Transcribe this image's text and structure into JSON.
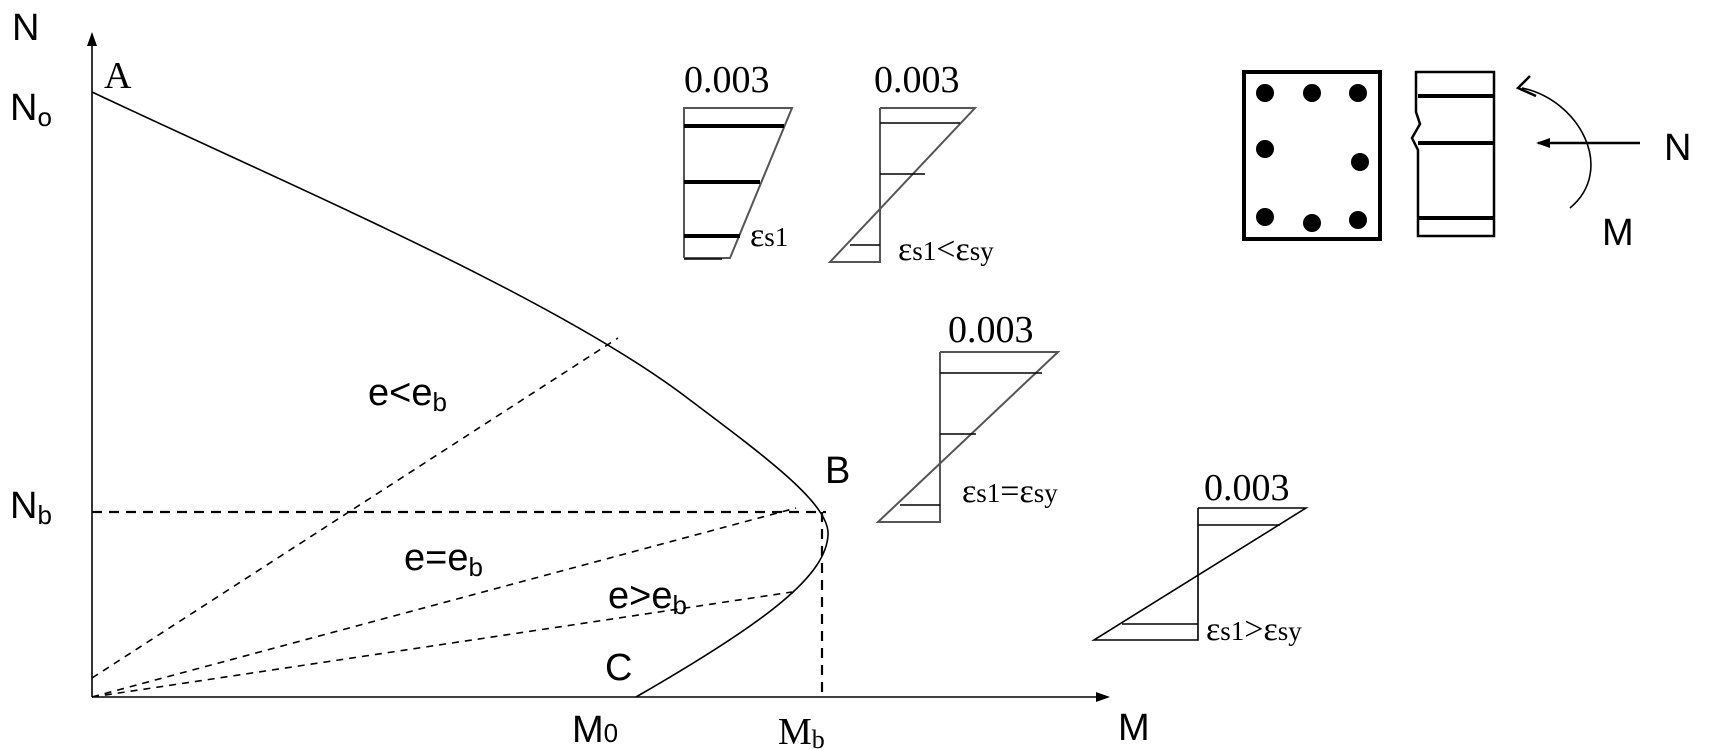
{
  "axes": {
    "y_label": "N",
    "x_label": "M",
    "n0_main": "N",
    "n0_sub": "o",
    "nb_main": "N",
    "nb_sub": "b",
    "m0_main": "M",
    "m0_sub": "0",
    "mb_main": "M",
    "mb_sub": "b"
  },
  "points": {
    "a": "A",
    "b": "B",
    "c": "C"
  },
  "eccentricity_lines": [
    {
      "main": "e<e",
      "sub": "b"
    },
    {
      "main": "e=e",
      "sub": "b"
    },
    {
      "main": "e>e",
      "sub": "b"
    }
  ],
  "strain_diagrams": [
    {
      "top_strain": "0.003",
      "label_parts": [
        "ε",
        "s1",
        "",
        "",
        ""
      ]
    },
    {
      "top_strain": "0.003",
      "label_parts": [
        "ε",
        "s1",
        "<",
        "ε",
        "sy"
      ]
    },
    {
      "top_strain": "0.003",
      "label_parts": [
        "ε",
        "s1",
        "=",
        "ε",
        "sy"
      ]
    },
    {
      "top_strain": "0.003",
      "label_parts": [
        "ε",
        "s1",
        ">",
        "ε",
        "sy"
      ]
    }
  ],
  "section": {
    "force_label": "N",
    "moment_label": "M"
  }
}
